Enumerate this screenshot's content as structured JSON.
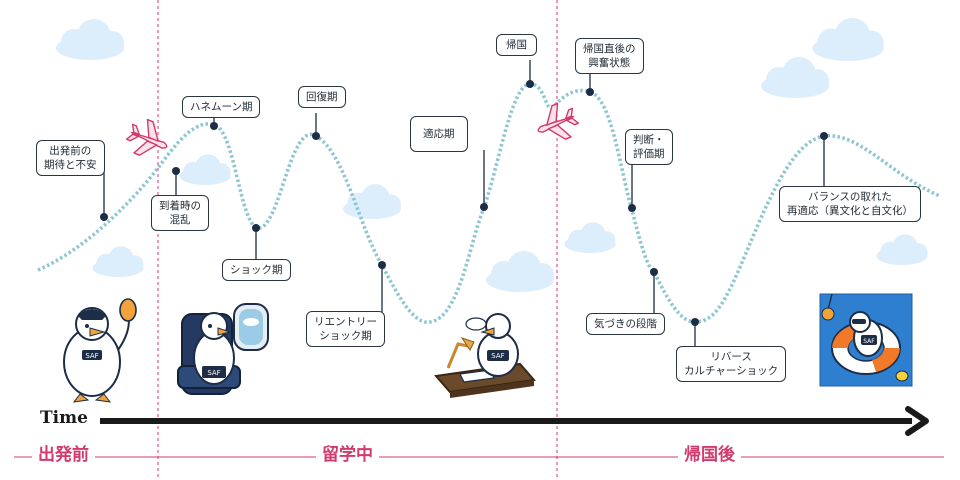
{
  "timeline": {
    "axis_label": "Time",
    "phases": [
      "出発前",
      "留学中",
      "帰国後"
    ]
  },
  "stages": [
    {
      "id": "pre-departure",
      "text": "出発前の\n期待と不安"
    },
    {
      "id": "arrival",
      "text": "到着時の\n混乱"
    },
    {
      "id": "honeymoon",
      "text": "ハネムーン期"
    },
    {
      "id": "culture-shock",
      "text": "ショック期"
    },
    {
      "id": "recovery",
      "text": "回復期"
    },
    {
      "id": "reentry-shock",
      "text": "リエントリー\nショック期"
    },
    {
      "id": "adjustment",
      "text": "適応期"
    },
    {
      "id": "return",
      "text": "帰国"
    },
    {
      "id": "post-return-excitement",
      "text": "帰国直後の\n興奮状態"
    },
    {
      "id": "judgment",
      "text": "判断・\n評価期"
    },
    {
      "id": "awareness",
      "text": "気づきの段階"
    },
    {
      "id": "reverse-culture-shock",
      "text": "リバース\nカルチャーショック"
    },
    {
      "id": "balance",
      "text": "バランスの取れた\n再適応（異文化と自文化）"
    }
  ],
  "mascot_badge": "SAF",
  "colors": {
    "curve": "#8cc6d2",
    "dot": "#1c2d45",
    "accent": "#d23a6e",
    "arrow": "#1a1a1a",
    "cloud": "#dcedfb"
  }
}
